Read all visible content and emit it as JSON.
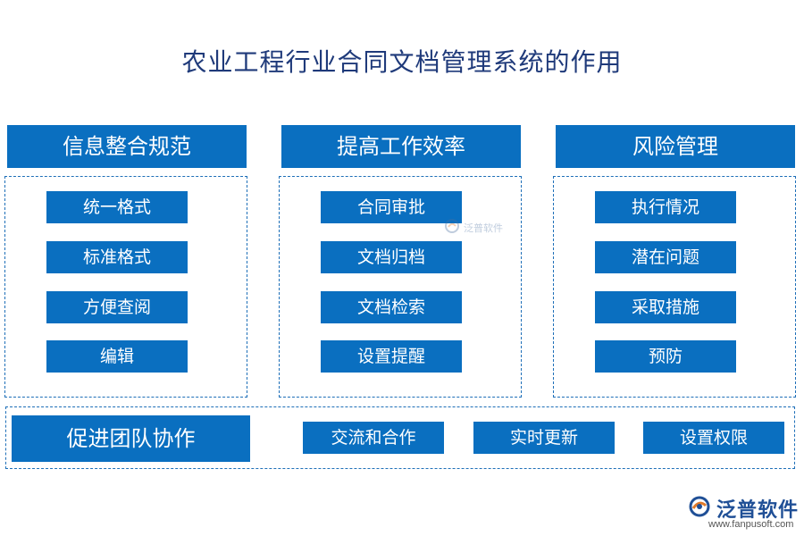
{
  "title": "农业工程行业合同文档管理系统的作用",
  "columns": [
    {
      "header": "信息整合规范",
      "items": [
        "统一格式",
        "标准格式",
        "方便查阅",
        "编辑"
      ]
    },
    {
      "header": "提高工作效率",
      "items": [
        "合同审批",
        "文档归档",
        "文档检索",
        "设置提醒"
      ]
    },
    {
      "header": "风险管理",
      "items": [
        "执行情况",
        "潜在问题",
        "采取措施",
        "预防"
      ]
    }
  ],
  "bottom": {
    "header": "促进团队协作",
    "items": [
      "交流和合作",
      "实时更新",
      "设置权限"
    ]
  },
  "watermark": {
    "text": "泛普软件"
  },
  "brand": {
    "name": "泛普软件",
    "url": "www.fanpusoft.com",
    "icon": "fanpu-logo-icon"
  },
  "colors": {
    "box_blue": "#0a6fc0",
    "frame_blue": "#1e6fb8",
    "title": "#1f3a7a"
  }
}
